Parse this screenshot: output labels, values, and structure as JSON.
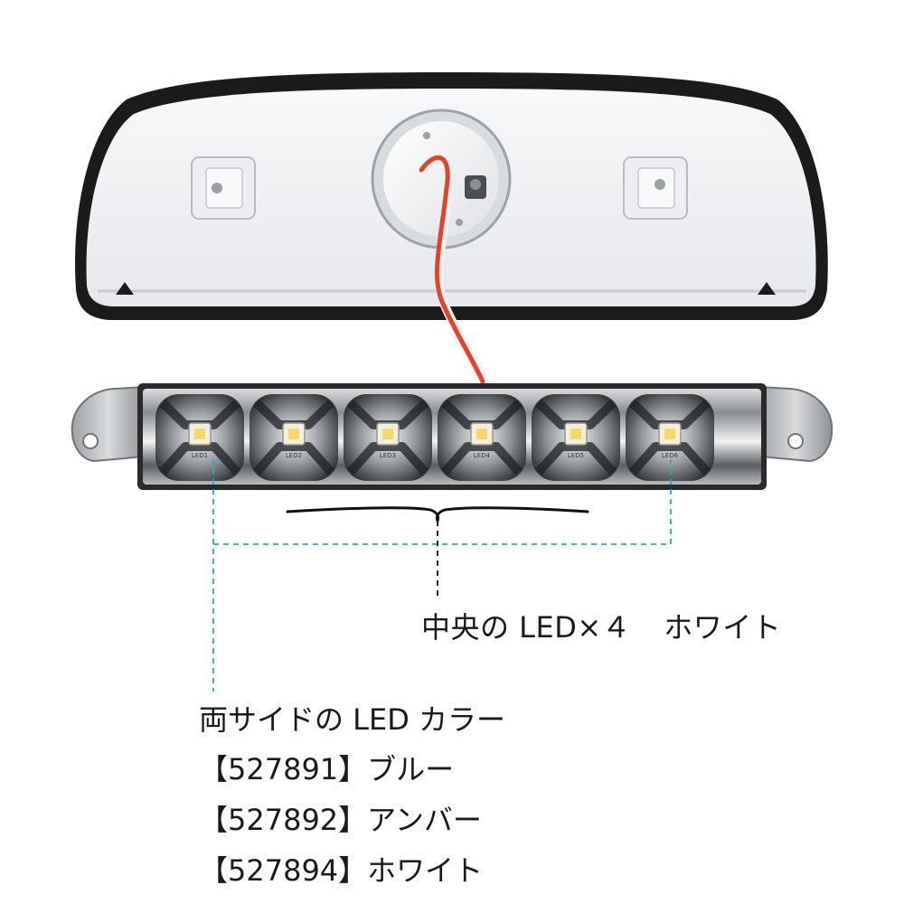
{
  "leds": [
    {
      "label": "LED1",
      "color": "side"
    },
    {
      "label": "LED2",
      "color": "white"
    },
    {
      "label": "LED3",
      "color": "white"
    },
    {
      "label": "LED4",
      "color": "white"
    },
    {
      "label": "LED5",
      "color": "white"
    },
    {
      "label": "LED6",
      "color": "side"
    }
  ],
  "center_caption": {
    "text": "中央の LED×４",
    "color_name": "ホワイト"
  },
  "side_caption": {
    "title": "両サイドの LED カラー",
    "variants": [
      {
        "code": "【527891】",
        "color": "ブルー"
      },
      {
        "code": "【527892】",
        "color": "アンバー"
      },
      {
        "code": "【527894】",
        "color": "ホワイト"
      }
    ]
  },
  "colors": {
    "guide_cyan": "#2aa7d9",
    "guide_black": "#111111",
    "housing_white": "#f4f5f7",
    "gasket": "#1b1b1b",
    "wire_red": "#e0442a",
    "chrome_dark": "#2a2a2a"
  },
  "icons": {
    "led-lamp": "led-lamp-icon",
    "brace": "curly-brace-icon"
  }
}
